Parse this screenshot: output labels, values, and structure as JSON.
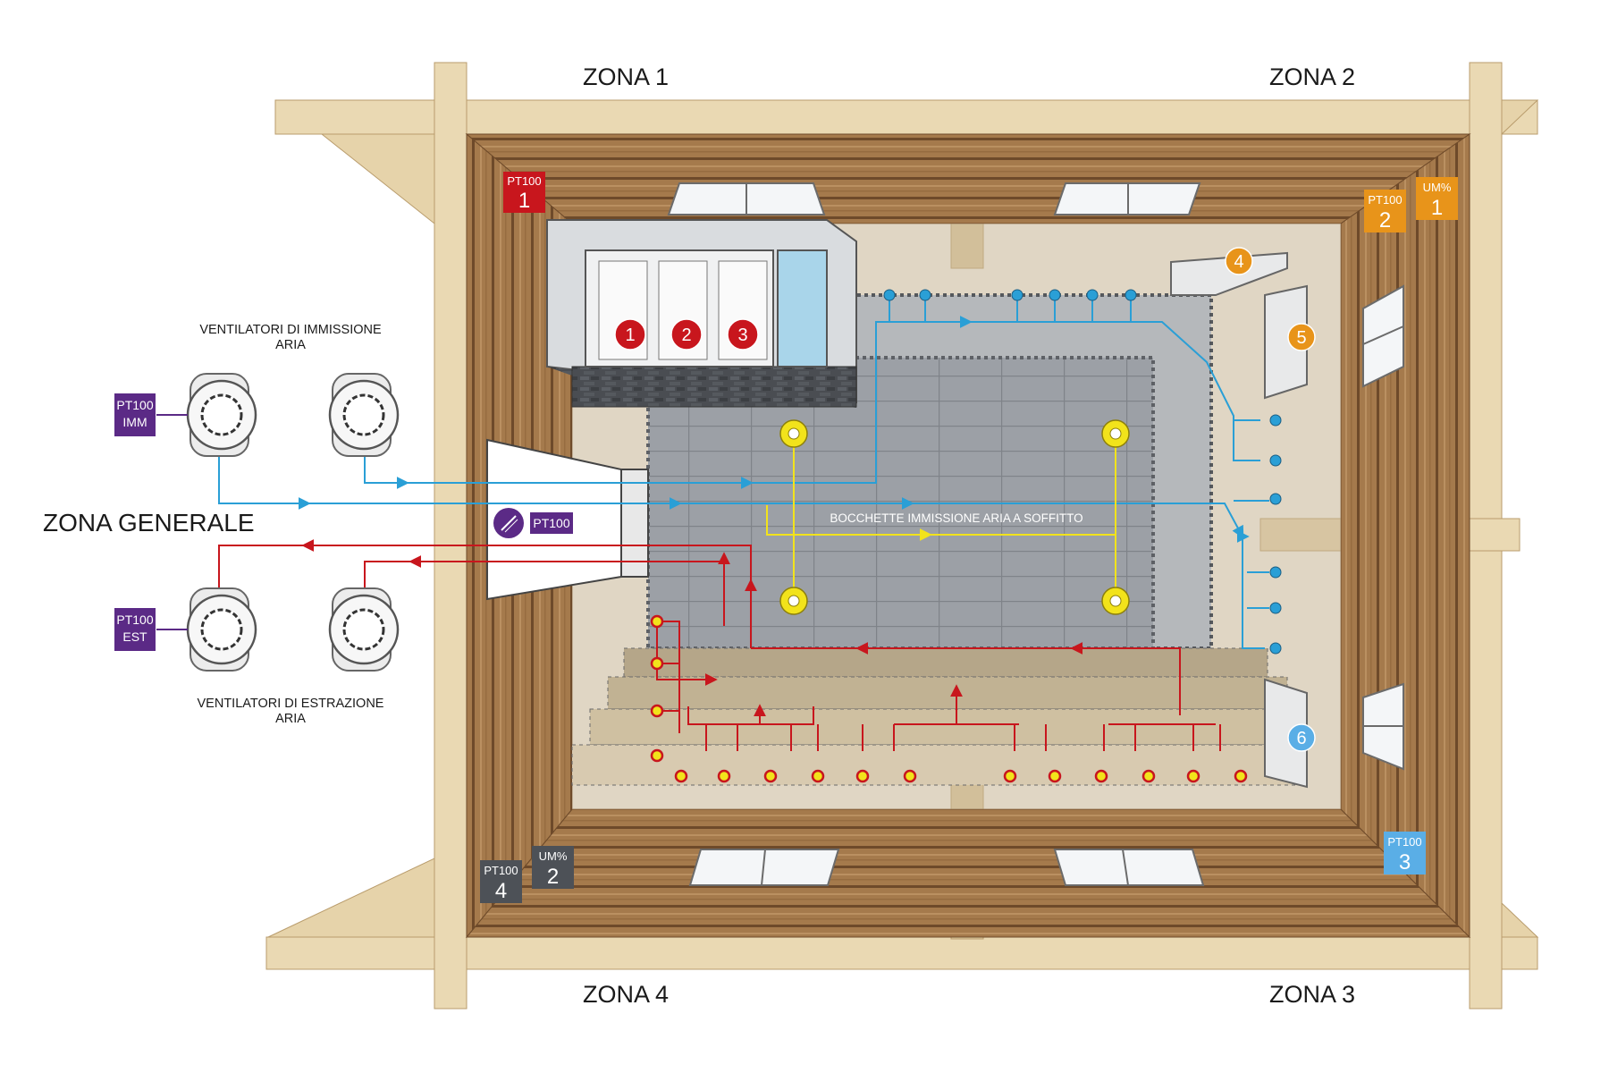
{
  "zones": {
    "zone1": "ZONA 1",
    "zone2": "ZONA 2",
    "zone3": "ZONA 3",
    "zone4": "ZONA 4",
    "general": "ZONA GENERALE"
  },
  "fans": {
    "intake_label_line1": "VENTILATORI DI IMMISSIONE",
    "intake_label_line2": "ARIA",
    "exhaust_label_line1": "VENTILATORI DI ESTRAZIONE",
    "exhaust_label_line2": "ARIA"
  },
  "ceiling_label": "BOCCHETTE IMMISSIONE ARIA A SOFFITTO",
  "sensors": {
    "imm": {
      "line1": "PT100",
      "line2": "IMM",
      "color": "#5b2a86"
    },
    "est": {
      "line1": "PT100",
      "line2": "EST",
      "color": "#5b2a86"
    },
    "general": {
      "label": "PT100",
      "color": "#5b2a86"
    },
    "pt1": {
      "label": "PT100",
      "number": "1",
      "color": "#c8161d"
    },
    "pt2": {
      "label": "PT100",
      "number": "2",
      "color": "#e8941a"
    },
    "um1": {
      "label": "UM%",
      "number": "1",
      "color": "#e8941a"
    },
    "pt3": {
      "label": "PT100",
      "number": "3",
      "color": "#5aaee6"
    },
    "pt4": {
      "label": "PT100",
      "number": "4",
      "color": "#4d5157"
    },
    "um2": {
      "label": "UM%",
      "number": "2",
      "color": "#4d5157"
    }
  },
  "heaters": [
    "1",
    "2",
    "3"
  ],
  "units": {
    "unit4": {
      "number": "4",
      "color": "#e8941a"
    },
    "unit5": {
      "number": "5",
      "color": "#e8941a"
    },
    "unit6": {
      "number": "6",
      "color": "#5aaee6"
    }
  },
  "colors": {
    "supply_duct": "#2a9fd6",
    "exhaust_duct": "#c8161d",
    "ceiling_vent": "#f2e31b",
    "wood_frame": "#ead9b3",
    "wood_wall": "#a77d4f",
    "floor": "#9a9ea3"
  }
}
